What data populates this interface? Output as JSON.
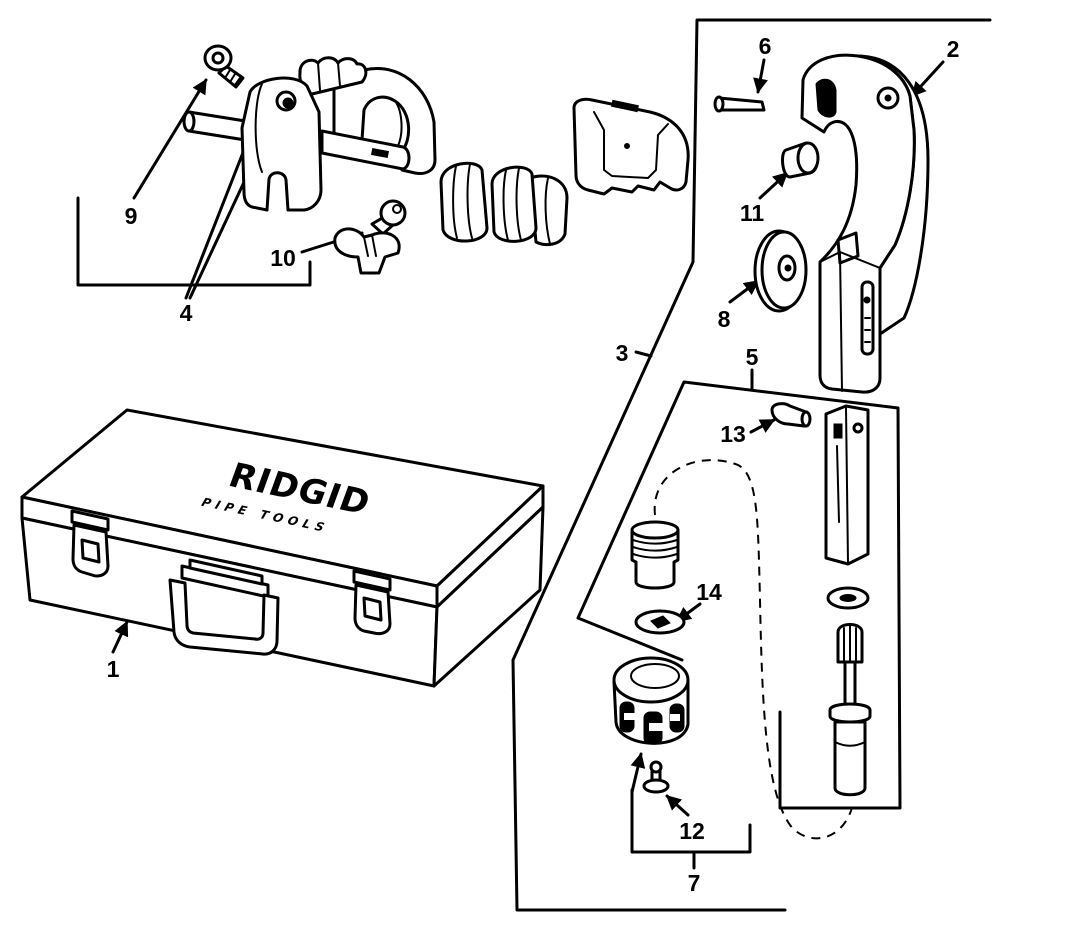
{
  "labels": {
    "part_1": "1",
    "part_2": "2",
    "part_3": "3",
    "part_4": "4",
    "part_5": "5",
    "part_6": "6",
    "part_7": "7",
    "part_8": "8",
    "part_9": "9",
    "part_10": "10",
    "part_11": "11",
    "part_12": "12",
    "part_13": "13",
    "part_14": "14"
  },
  "case_logo": {
    "brand": "RIDGID",
    "tagline": "PIPE TOOLS"
  },
  "colors": {
    "ink": "#000000",
    "paper": "#ffffff"
  }
}
